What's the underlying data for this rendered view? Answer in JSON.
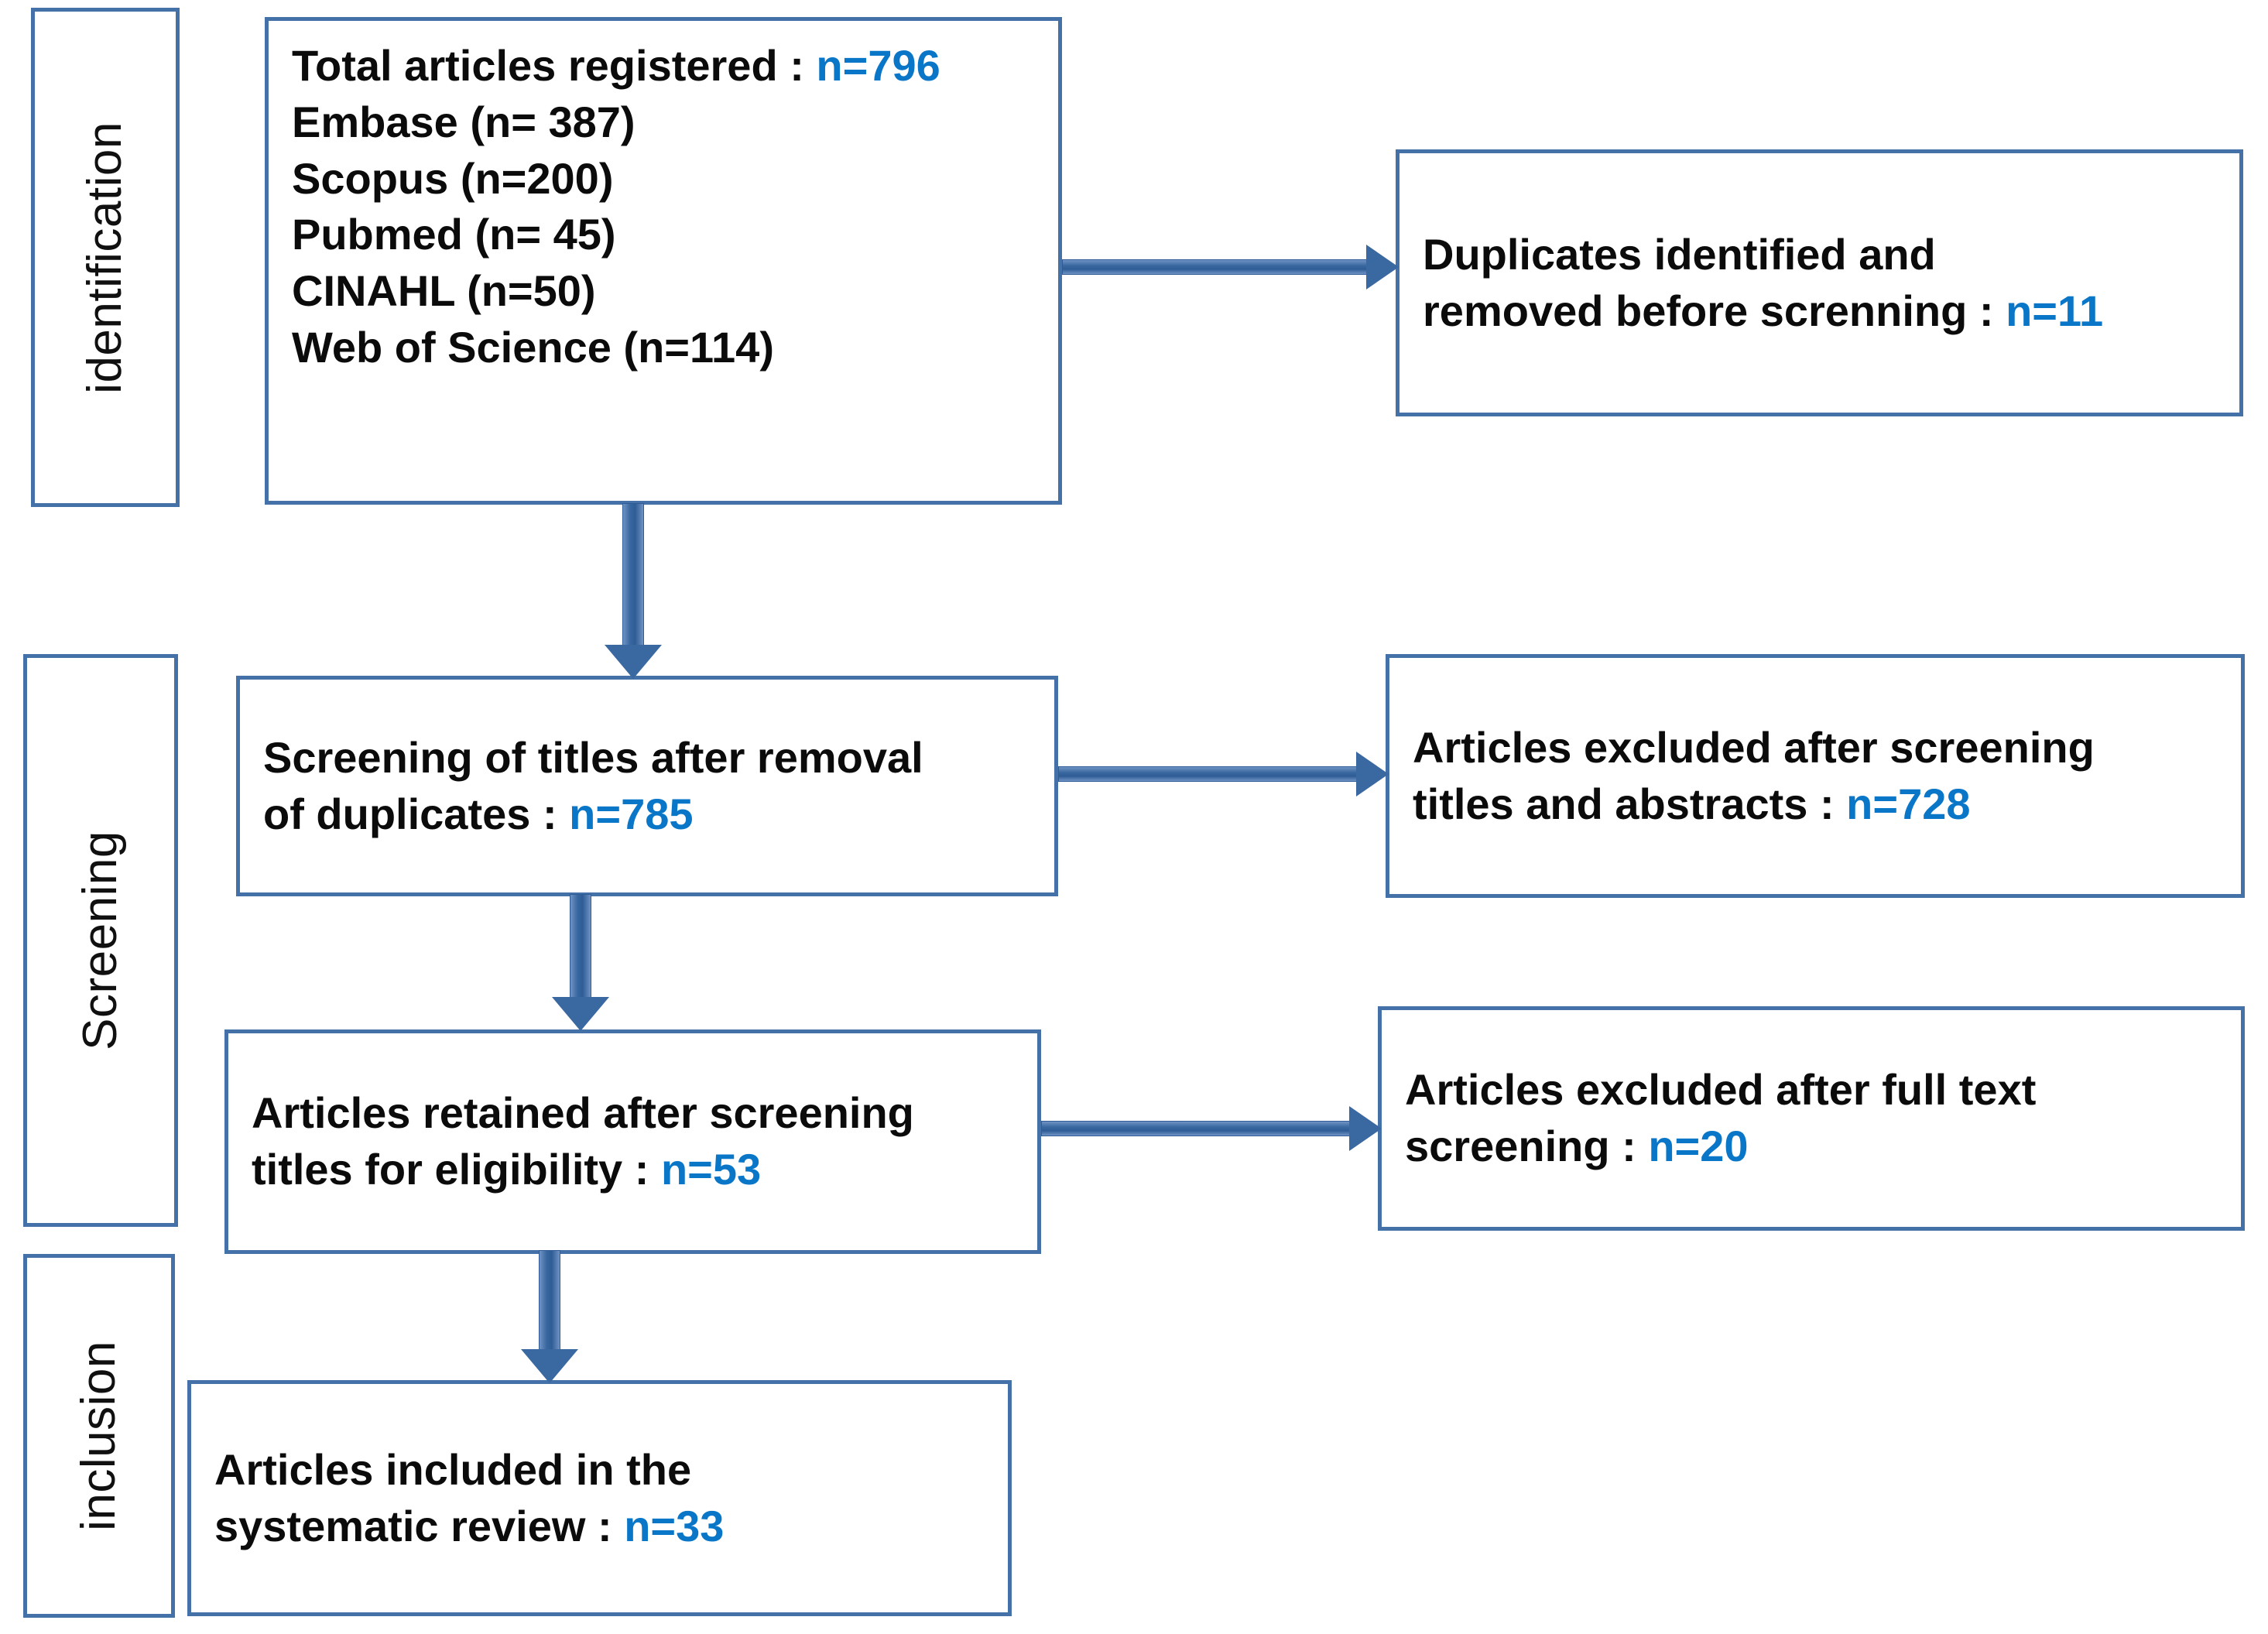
{
  "diagram": {
    "title": "PRISMA flow diagram",
    "accent_border_color": "#4472A8",
    "accent_number_color": "#0A76C8",
    "arrow_color": "#3A68A0",
    "text_color": "#0B0B0B",
    "background_color": "#FFFFFF"
  },
  "stages": {
    "identification": "identification",
    "screening": "Screening",
    "inclusion": "inclusion"
  },
  "boxes": {
    "identification_sources": {
      "lines": [
        {
          "label": "Total articles registered : ",
          "value": "n=796"
        },
        {
          "label": "Embase (n= 387)",
          "value": ""
        },
        {
          "label": "Scopus (n=200)",
          "value": ""
        },
        {
          "label": "Pubmed  (n= 45)",
          "value": ""
        },
        {
          "label": "CINAHL (n=50)",
          "value": ""
        },
        {
          "label": "Web of Science (n=114)",
          "value": ""
        }
      ]
    },
    "duplicates_removed": {
      "line1": "Duplicates identified and",
      "line2_label": "removed before screnning : ",
      "line2_value": "n=11"
    },
    "screening_titles": {
      "line1": "Screening of titles after removal",
      "line2_label": "of duplicates :  ",
      "line2_value": "n=785"
    },
    "excluded_titles_abstracts": {
      "line1": "Articles excluded after screening",
      "line2_label": "titles and abstracts : ",
      "line2_value": "n=728"
    },
    "retained_eligibility": {
      "line1": "Articles retained after screening",
      "line2_label": "titles for eligibility : ",
      "line2_value": "n=53"
    },
    "excluded_fulltext": {
      "line1": "Articles excluded after full text",
      "line2_label": "screening : ",
      "line2_value": "n=20"
    },
    "included_review": {
      "line1": "Articles included in the",
      "line2_label": "systematic review : ",
      "line2_value": "n=33"
    }
  },
  "flow": {
    "arrows": [
      {
        "name": "identification-to-duplicates",
        "direction": "right"
      },
      {
        "name": "identification-to-screening",
        "direction": "down"
      },
      {
        "name": "screening-to-excluded-titles",
        "direction": "right"
      },
      {
        "name": "screening-to-retained",
        "direction": "down"
      },
      {
        "name": "retained-to-excluded-fulltext",
        "direction": "right"
      },
      {
        "name": "retained-to-included",
        "direction": "down"
      }
    ]
  }
}
